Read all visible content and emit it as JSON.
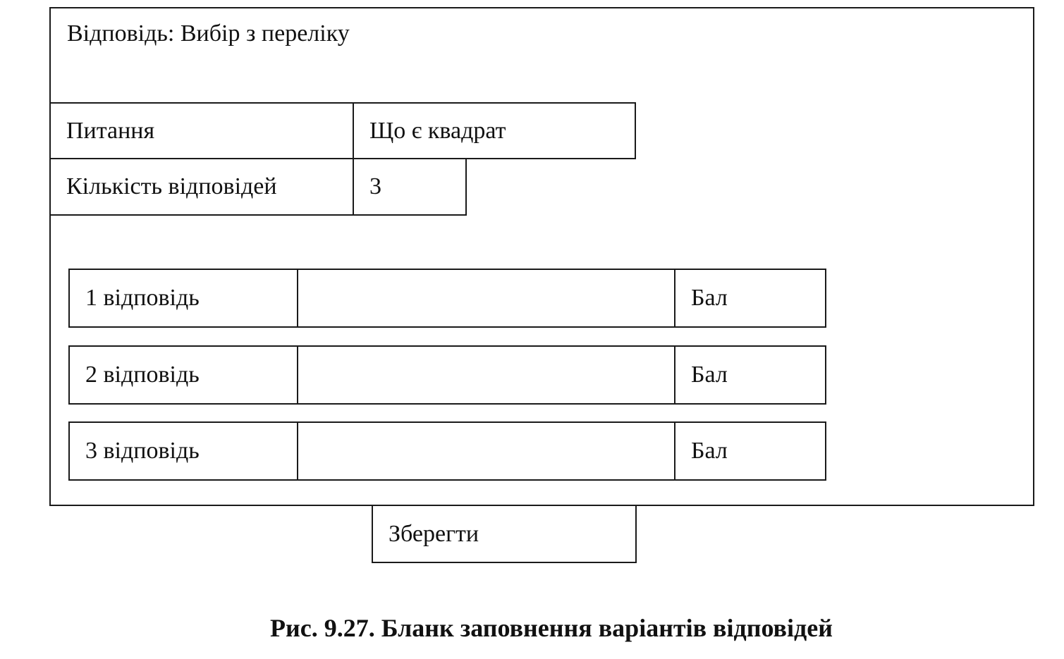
{
  "form": {
    "title": "Відповідь: Вибір з переліку",
    "question": {
      "label": "Питання",
      "value": "Що є квадрат"
    },
    "answer_count": {
      "label": "Кількість відповідей",
      "value": "3"
    },
    "answers": [
      {
        "label": "1 відповідь",
        "value": "",
        "score_label": "Бал"
      },
      {
        "label": "2 відповідь",
        "value": "",
        "score_label": "Бал"
      },
      {
        "label": "3 відповідь",
        "value": "",
        "score_label": "Бал"
      }
    ],
    "save_label": "Зберегти"
  },
  "caption": "Рис. 9.27. Бланк заповнення варіантів відповідей"
}
